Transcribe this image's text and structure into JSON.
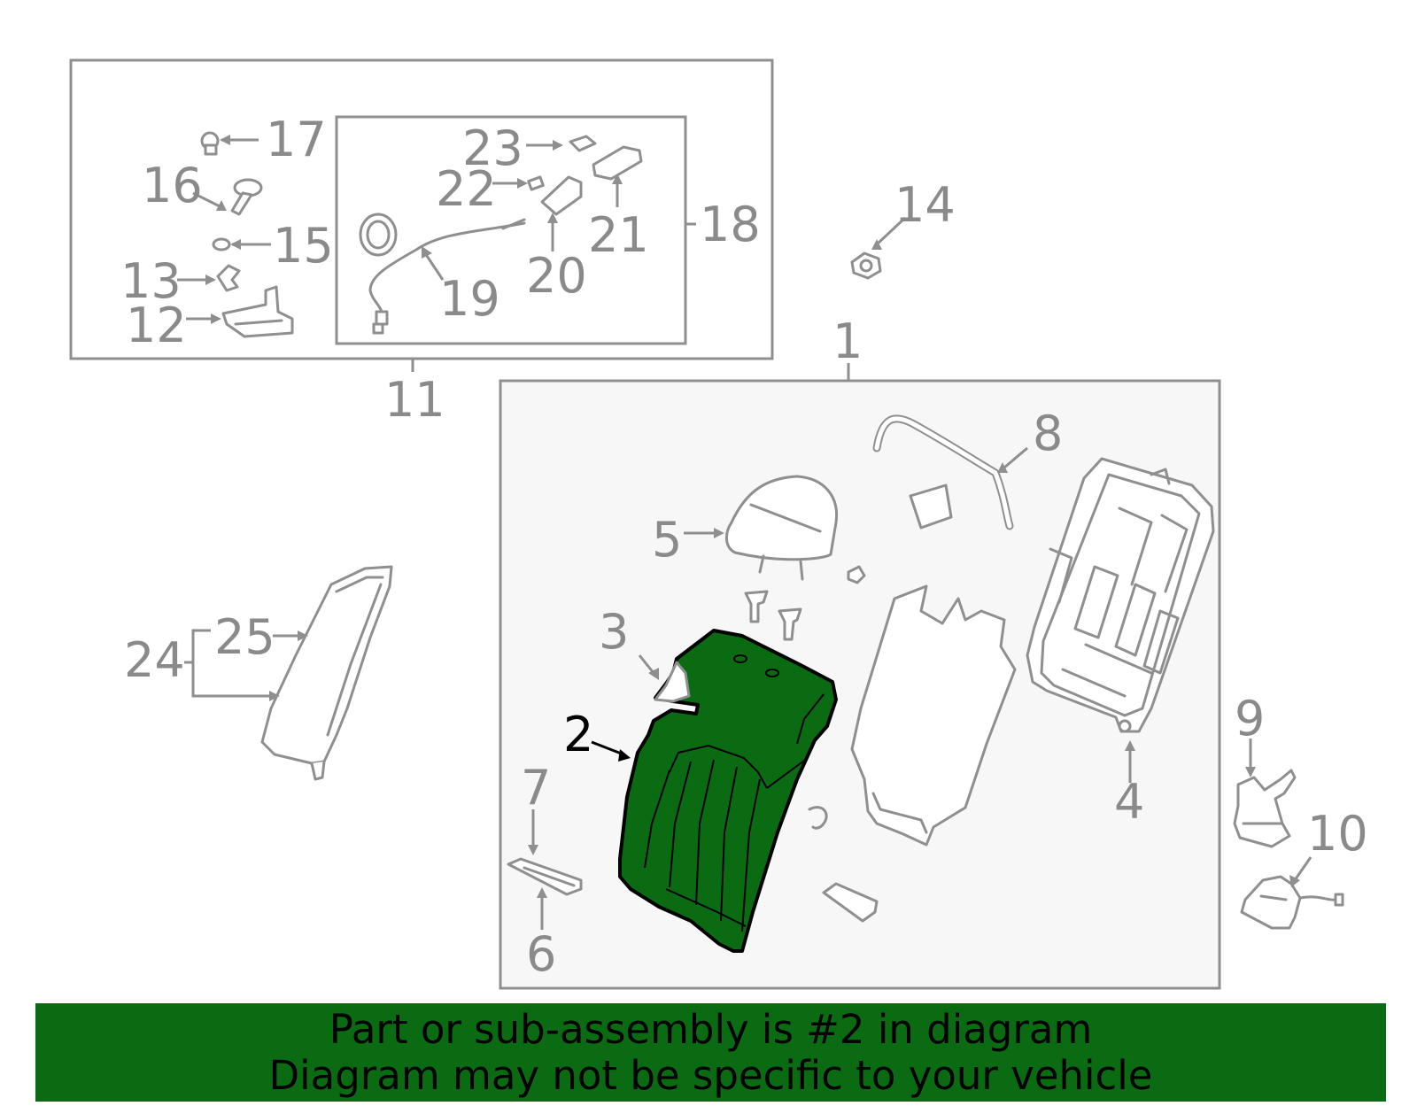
{
  "colors": {
    "highlight_fill": "#0b6b12",
    "highlight_outline": "#000000",
    "line": "#8f8f8f",
    "panel_bg": "#f7f7f7",
    "banner_bg": "#0b6b12"
  },
  "highlighted_part": "2",
  "callouts": {
    "c1": "1",
    "c2": "2",
    "c3": "3",
    "c4": "4",
    "c5": "5",
    "c6": "6",
    "c7": "7",
    "c8": "8",
    "c9": "9",
    "c10": "10",
    "c11": "11",
    "c12": "12",
    "c13": "13",
    "c14": "14",
    "c15": "15",
    "c16": "16",
    "c17": "17",
    "c18": "18",
    "c19": "19",
    "c20": "20",
    "c21": "21",
    "c22": "22",
    "c23": "23",
    "c24": "24",
    "c25": "25"
  },
  "banner": {
    "line1": "Part or sub-assembly is #2 in diagram",
    "line2": "Diagram may not be specific to your vehicle"
  }
}
